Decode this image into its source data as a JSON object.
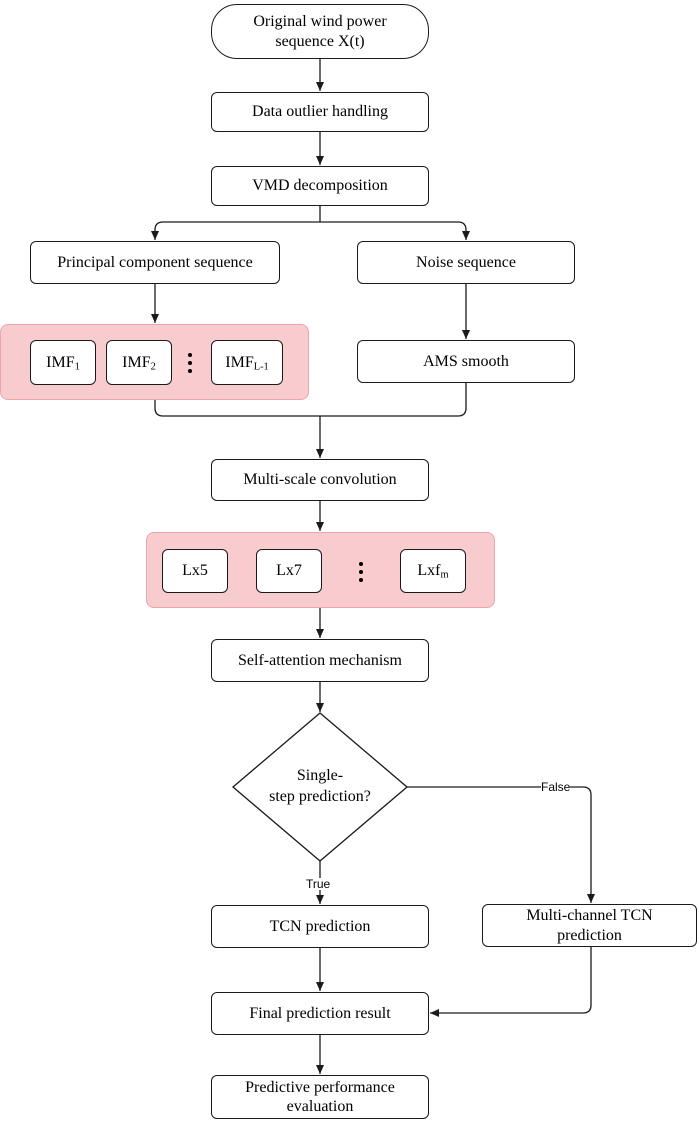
{
  "nodes": {
    "start": {
      "line1": "Original wind power",
      "line2": "sequence X(t)"
    },
    "outlier": "Data outlier handling",
    "vmd": "VMD decomposition",
    "principal": "Principal component sequence",
    "noise": "Noise sequence",
    "imf1": {
      "base": "IMF",
      "sub": "1"
    },
    "imf2": {
      "base": "IMF",
      "sub": "2"
    },
    "imfl1": {
      "base": "IMF",
      "sub": "L-1"
    },
    "ams": "AMS smooth",
    "multiscale": "Multi-scale convolution",
    "lx5": "Lx5",
    "lx7": "Lx7",
    "lxfm": {
      "base": "Lxf",
      "sub": "m"
    },
    "selfattention": "Self-attention mechanism",
    "decision": {
      "line1": "Single-",
      "line2": "step prediction?"
    },
    "tcn": "TCN prediction",
    "multichannel": {
      "line1": "Multi-channel TCN",
      "line2": "prediction"
    },
    "final": "Final prediction result",
    "evaluation": {
      "line1": "Predictive performance",
      "line2": "evaluation"
    }
  },
  "edge_labels": {
    "true": "True",
    "false": "False"
  }
}
